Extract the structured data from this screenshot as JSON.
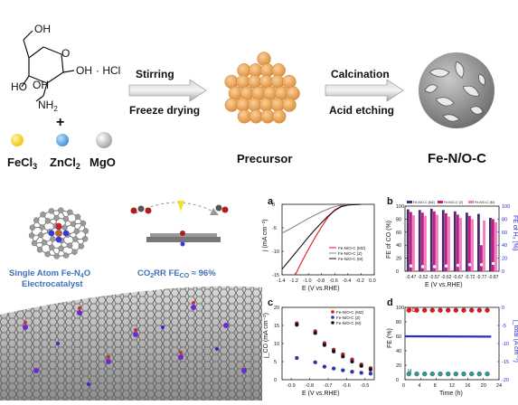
{
  "scheme": {
    "hcl": "· HCl",
    "nh2": "NH",
    "nh2_sub": "2",
    "plus": "+",
    "fecl3": "FeCl",
    "fecl3_sub": "3",
    "zncl2": "ZnCl",
    "zncl2_sub": "2",
    "mgo": "MgO",
    "step1_top": "Stirring",
    "step1_bottom": "Freeze drying",
    "precursor": "Precursor",
    "step2_top": "Calcination",
    "step2_bottom": "Acid etching",
    "product": "Fe-N/O-C",
    "single_atom_1": "Single Atom Fe-N",
    "single_atom_sub": "4",
    "single_atom_2": "O",
    "single_atom_3": "Electrocatalyst",
    "co2rr_a": "CO",
    "co2rr_sub": "2",
    "co2rr_b": "RR FE",
    "co2rr_csub": "CO",
    "co2rr_c": " ≈ 96%"
  },
  "colors": {
    "fe": "#f2c200",
    "zn": "#3a8fd6",
    "mg": "#cfcfcf",
    "precursor": "#eda84e",
    "scheme_label_blue": "#3b70bd",
    "mz": "#e8141c",
    "z": "#888888",
    "m": "#111111",
    "panel_b_fe_mz": "#4b2a6b",
    "panel_b_fe_z": "#c21d7f",
    "panel_b_fe_m": "#f07bc3",
    "panel_b_h2": "#1f1fdc",
    "h2_points": "#2f9b8c",
    "current": "#2630c8"
  },
  "chart_data": [
    {
      "panel": "a",
      "type": "line",
      "xlabel": "E (V vs.RHE)",
      "ylabel": "j (mA cm⁻²)",
      "xlim": [
        -1.4,
        0.0
      ],
      "ylim": [
        -15,
        0
      ],
      "xticks": [
        "-1.4",
        "-1.2",
        "-1.0",
        "-0.8",
        "-0.6",
        "-0.4",
        "-0.2",
        "0.0"
      ],
      "yticks": [
        "0",
        "-5",
        "-10",
        "-15"
      ],
      "legend_position": "center",
      "series": [
        {
          "name": "Fe-N/O-C (MZ)",
          "color": "#e8141c",
          "x": [
            -1.2,
            -1.1,
            -1.0,
            -0.9,
            -0.8,
            -0.7,
            -0.6,
            -0.5,
            -0.4,
            -0.3,
            -0.2
          ],
          "y": [
            -15.0,
            -12.2,
            -9.6,
            -7.1,
            -4.8,
            -2.7,
            -1.2,
            -0.4,
            -0.1,
            -0.05,
            0.0
          ]
        },
        {
          "name": "Fe-N/O-C (Z)",
          "color": "#888888",
          "x": [
            -1.4,
            -1.3,
            -1.2,
            -1.1,
            -1.0,
            -0.9,
            -0.8,
            -0.7,
            -0.6,
            -0.5,
            -0.4,
            -0.3,
            -0.2
          ],
          "y": [
            -6.1,
            -5.4,
            -4.6,
            -3.8,
            -3.0,
            -2.3,
            -1.6,
            -1.0,
            -0.5,
            -0.2,
            -0.1,
            -0.05,
            0.0
          ]
        },
        {
          "name": "Fe-N/O-C (M)",
          "color": "#111111",
          "x": [
            -1.4,
            -1.3,
            -1.2,
            -1.1,
            -1.0,
            -0.9,
            -0.8,
            -0.7,
            -0.6,
            -0.5,
            -0.4,
            -0.3,
            -0.2
          ],
          "y": [
            -13.8,
            -12.1,
            -10.4,
            -8.7,
            -7.0,
            -5.4,
            -3.9,
            -2.5,
            -1.3,
            -0.5,
            -0.15,
            -0.05,
            0.0
          ]
        }
      ]
    },
    {
      "panel": "b",
      "type": "bar",
      "xlabel": "E (V vs.RHE)",
      "ylabel": "FE of CO (%)",
      "y2label": "FE of H₂ (%)",
      "categories": [
        "-0.47",
        "-0.52",
        "-0.57",
        "-0.62",
        "-0.67",
        "-0.72",
        "-0.77",
        "-0.87"
      ],
      "ylim": [
        0,
        100
      ],
      "y2lim": [
        0,
        100
      ],
      "yticks": [
        "0",
        "20",
        "40",
        "60",
        "80",
        "100"
      ],
      "y2ticks": [
        "0",
        "20",
        "40",
        "60",
        "80",
        "100"
      ],
      "legend_position": "top",
      "series": [
        {
          "name": "Fe-N/O-C (MZ)",
          "color": "#4b2a6b",
          "values": [
            95,
            94,
            96,
            94,
            92,
            90,
            88,
            82
          ]
        },
        {
          "name": "Fe-N/O-C (Z)",
          "color": "#c21d7f",
          "values": [
            91,
            90,
            92,
            89,
            87,
            85,
            40,
            80
          ]
        },
        {
          "name": "Fe-N/O-C (M)",
          "color": "#f07bc3",
          "values": [
            86,
            85,
            87,
            84,
            82,
            80,
            78,
            75
          ]
        }
      ],
      "h2_markers": [
        8,
        7,
        7,
        8,
        9,
        10,
        10,
        12
      ]
    },
    {
      "panel": "c",
      "type": "scatter",
      "xlabel": "E (V vs.RHE)",
      "ylabel": "j_CO (mA cm⁻²)",
      "xlim": [
        -0.95,
        -0.45
      ],
      "ylim": [
        0,
        20
      ],
      "xticks": [
        "-0.9",
        "-0.8",
        "-0.7",
        "-0.6",
        "-0.5"
      ],
      "yticks": [
        "0",
        "5",
        "10",
        "15",
        "20"
      ],
      "legend_position": "top-right",
      "series": [
        {
          "name": "Fe-N/O-C (MZ)",
          "color": "#e8141c",
          "x": [
            -0.87,
            -0.77,
            -0.72,
            -0.67,
            -0.62,
            -0.57,
            -0.52,
            -0.47
          ],
          "y": [
            15.6,
            13.4,
            10.1,
            8.3,
            7.0,
            5.6,
            4.2,
            3.2
          ]
        },
        {
          "name": "Fe-N/O-C (Z)",
          "color": "#2630c8",
          "x": [
            -0.87,
            -0.77,
            -0.72,
            -0.67,
            -0.62,
            -0.57,
            -0.52,
            -0.47
          ],
          "y": [
            6.0,
            4.8,
            3.6,
            3.1,
            2.6,
            2.2,
            1.9,
            1.7
          ]
        },
        {
          "name": "Fe-N/O-C (M)",
          "color": "#111111",
          "x": [
            -0.87,
            -0.77,
            -0.72,
            -0.67,
            -0.62,
            -0.57,
            -0.52,
            -0.47
          ],
          "y": [
            15.2,
            12.9,
            9.6,
            7.8,
            6.4,
            5.0,
            3.8,
            2.8
          ]
        }
      ]
    },
    {
      "panel": "d",
      "type": "scatter",
      "xlabel": "Time (h)",
      "ylabel": "FE (%)",
      "y2label": "j_total (A cm⁻²)",
      "xlim": [
        0,
        24
      ],
      "ylim": [
        0,
        100
      ],
      "y2lim": [
        -20,
        0
      ],
      "xticks": [
        "0",
        "4",
        "8",
        "12",
        "16",
        "20",
        "24"
      ],
      "yticks": [
        "0",
        "20",
        "40",
        "60",
        "80",
        "100"
      ],
      "y2ticks": [
        "0",
        "-5",
        "-10",
        "-15",
        "-20"
      ],
      "labels": {
        "co": "CO",
        "h2": "H"
      },
      "series": [
        {
          "name": "CO",
          "color": "#e8141c",
          "x": [
            1,
            3,
            5,
            7,
            9,
            11,
            13,
            15,
            17,
            19,
            21
          ],
          "y": [
            96,
            96,
            96,
            96,
            96,
            96,
            96,
            96,
            96,
            96,
            96
          ]
        },
        {
          "name": "H2",
          "color": "#2f9b8c",
          "x": [
            1,
            3,
            5,
            7,
            9,
            11,
            13,
            15,
            17,
            19,
            21
          ],
          "y": [
            8,
            8,
            8,
            8,
            8,
            8,
            8,
            8,
            8,
            8,
            8
          ]
        },
        {
          "name": "j_total",
          "color": "#2630c8",
          "x": [
            0,
            22
          ],
          "y": [
            -8.0,
            -8.1
          ]
        }
      ]
    }
  ]
}
